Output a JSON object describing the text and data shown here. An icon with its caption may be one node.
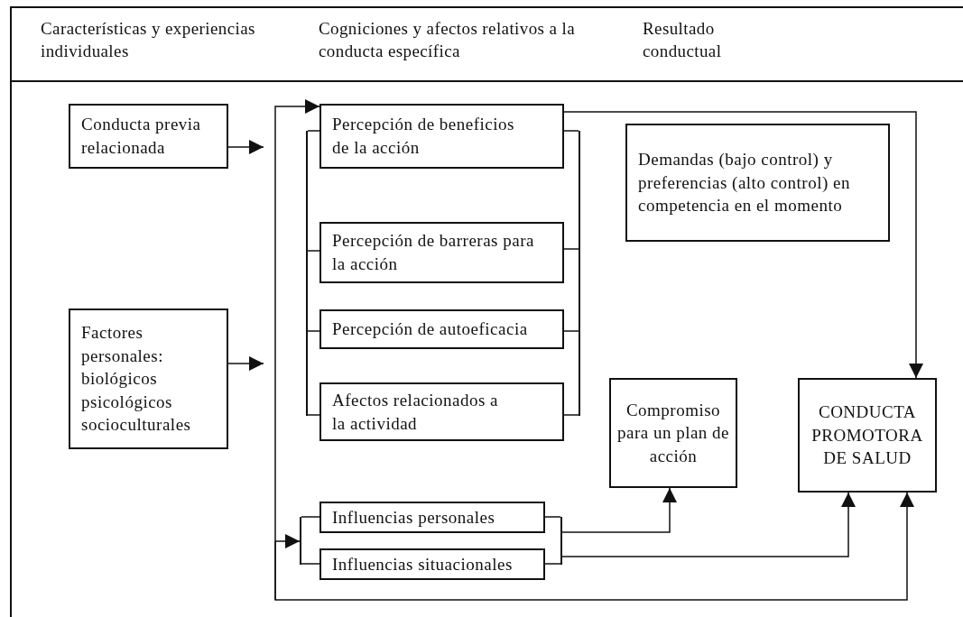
{
  "diagram": {
    "nodes": [
      {
        "text": [
          "Conducta previa relacionada"
        ]
      },
      {
        "text": [
          "Factores personales: biológicos psicológicos socioculturales"
        ]
      },
      {
        "text": [
          "Percepción de beneficios de la acción"
        ]
      },
      {
        "text": [
          "Percepción de barreras para la acción"
        ]
      },
      {
        "text": [
          "Percepción de autoeficacia"
        ]
      },
      {
        "text": [
          "Afectos relacionados a la actividad"
        ]
      },
      {
        "text": [
          "Demandas (bajo control) y preferencias (alto control) en competencia en el momento"
        ]
      },
      {
        "text": [
          "Compromiso para un plan de acción"
        ]
      },
      {
        "text": [
          "CONDUCTA PROMOTORA DE SALUD"
        ]
      },
      {
        "text": [
          "Influencias personales"
        ]
      },
      {
        "text": [
          "Influencias situacionales"
        ]
      },
      {
        "text": [],
        "shape": "bar"
      },
      {
        "text": [],
        "shape": "bar"
      },
      {
        "text": [],
        "shape": "bar"
      },
      {
        "text": [],
        "shape": "bar"
      }
    ],
    "edges": [
      {
        "from": 0,
        "to": null,
        "arrow": "to"
      },
      {
        "from": 1,
        "to": null,
        "arrow": "to"
      },
      {
        "from": null,
        "to": 2,
        "arrow": "to"
      },
      {
        "from": null,
        "to": 13,
        "arrow": "to"
      },
      {
        "from": null,
        "to": 8,
        "arrow": "to"
      },
      {
        "from": 2,
        "to": 8,
        "arrow": "to"
      },
      {
        "from": 11,
        "to": 2,
        "arrow": "none"
      },
      {
        "from": 11,
        "to": 3,
        "arrow": "none"
      },
      {
        "from": 11,
        "to": 4,
        "arrow": "none"
      },
      {
        "from": 11,
        "to": 5,
        "arrow": "none"
      },
      {
        "from": 2,
        "to": 12,
        "arrow": "none"
      },
      {
        "from": 3,
        "to": 12,
        "arrow": "none"
      },
      {
        "from": 4,
        "to": 12,
        "arrow": "none"
      },
      {
        "from": 5,
        "to": 12,
        "arrow": "none"
      },
      {
        "from": 13,
        "to": 9,
        "arrow": "none"
      },
      {
        "from": 13,
        "to": 10,
        "arrow": "none"
      },
      {
        "from": 9,
        "to": 14,
        "arrow": "none"
      },
      {
        "from": 10,
        "to": 14,
        "arrow": "none"
      },
      {
        "from": 14,
        "to": 7,
        "arrow": "to"
      },
      {
        "from": 14,
        "to": 8,
        "arrow": "to"
      }
    ],
    "labels": [
      "Características y experiencias individuales",
      "Cogniciones y afectos relativos a la conducta específica",
      "Resultado conductual"
    ]
  }
}
